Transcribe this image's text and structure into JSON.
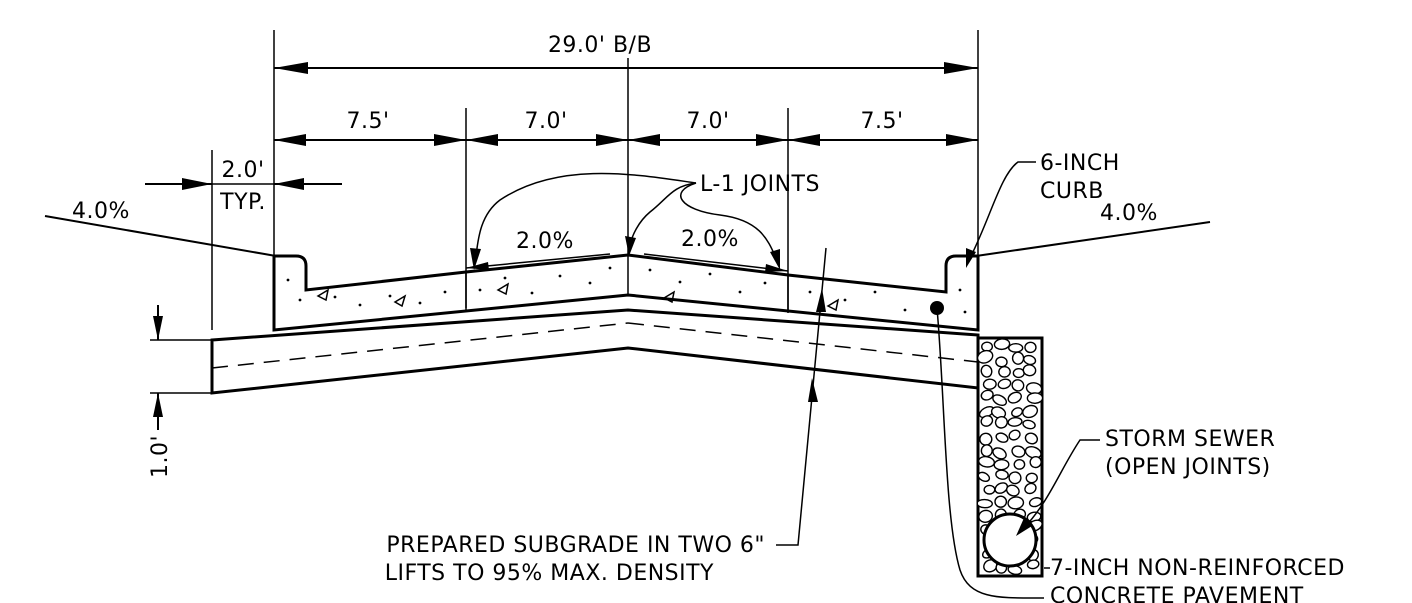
{
  "dimensions": {
    "overall": "29.0' B/B",
    "lane_left_outer": "7.5'",
    "lane_left_inner": "7.0'",
    "lane_right_inner": "7.0'",
    "lane_right_outer": "7.5'",
    "curb_offset": "2.0'",
    "curb_offset_note": "TYP.",
    "base_depth": "1.0'"
  },
  "slopes": {
    "left_ground": "4.0%",
    "right_ground": "4.0%",
    "left_pavement": "2.0%",
    "right_pavement": "2.0%"
  },
  "callouts": {
    "joints": "L-1 JOINTS",
    "curb_line1": "6-INCH",
    "curb_line2": "CURB",
    "sewer_line1": "STORM SEWER",
    "sewer_line2": "(OPEN JOINTS)",
    "subgrade_line1": "PREPARED SUBGRADE IN TWO 6\"",
    "subgrade_line2": "LIFTS TO 95% MAX. DENSITY",
    "pavement_line1": "7-INCH NON-REINFORCED",
    "pavement_line2": "CONCRETE PAVEMENT"
  }
}
